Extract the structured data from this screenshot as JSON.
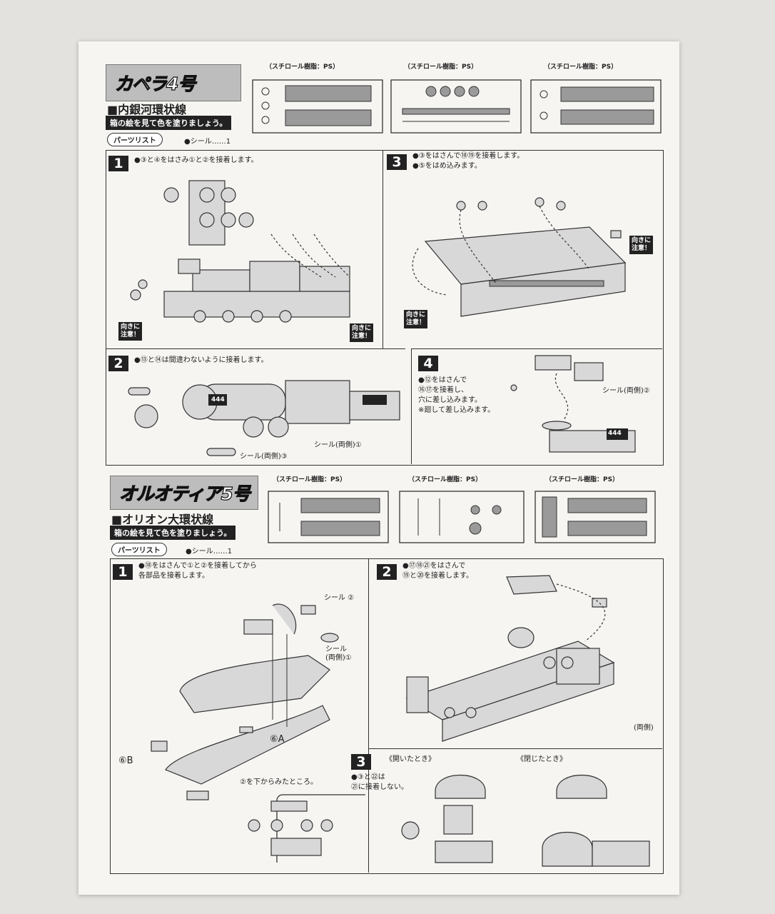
{
  "top_kit": {
    "name": "カペラ4号",
    "route": "■内銀河環状線",
    "paint_note": "箱の絵を見て色を塗りましょう。",
    "parts_list_label": "パーツリスト",
    "seal_note": "●シール……1",
    "runners": [
      "（スチロール樹脂：PS）",
      "（スチロール樹脂：PS）",
      "（スチロール樹脂：PS）"
    ],
    "steps": [
      {
        "num": "1",
        "note": "●③と④をはさみ①と②を接着します。"
      },
      {
        "num": "3",
        "note_lines": [
          "●③をはさんで⑱⑲を接着します。",
          "●⑤をはめ込みます。"
        ]
      },
      {
        "num": "2",
        "note": "●⑬と⑭は間違わないように接着します。"
      },
      {
        "num": "4",
        "note_lines": [
          "●⑫をはさんで",
          "⑯⑰を接着し、",
          "穴に差し込みます。",
          "※廻して差し込みます。"
        ]
      }
    ],
    "warning": [
      "向きに",
      "注意！"
    ],
    "labels": {
      "seal_both_sides_3": "シール(両側)③",
      "seal_both_sides_1": "シール(両側)①",
      "seal_both_sides_2": "シール(両側)②",
      "plate_number": "444"
    }
  },
  "bottom_kit": {
    "name": "オルオティア5号",
    "route": "■オリオン大環状線",
    "paint_note": "箱の絵を見て色を塗りましょう。",
    "parts_list_label": "パーツリスト",
    "seal_note": "●シール……1",
    "runners": [
      "（スチロール樹脂：PS）",
      "（スチロール樹脂：PS）",
      "（スチロール樹脂：PS）"
    ],
    "steps": [
      {
        "num": "1",
        "note_lines": [
          "●⑱をはさんで①と②を接着してから",
          "各部品を接着します。"
        ]
      },
      {
        "num": "2",
        "note_lines": [
          "●⑰⑱㉑をはさんで",
          "⑲と⑳を接着します。"
        ]
      },
      {
        "num": "3",
        "note_lines": [
          "●③と㉒は",
          "㉑に接着しない。"
        ]
      }
    ],
    "labels": {
      "seal_2": "シール ②",
      "seal_both_1": "シール",
      "seal_both_1b": "(両側)①",
      "part_6A": "⑥A",
      "part_6B": "⑥B",
      "bottom_view": "②を下からみたところ。",
      "both_sides_11": "(両側)",
      "open_state": "《開いたとき》",
      "closed_state": "《閉じたとき》"
    }
  }
}
